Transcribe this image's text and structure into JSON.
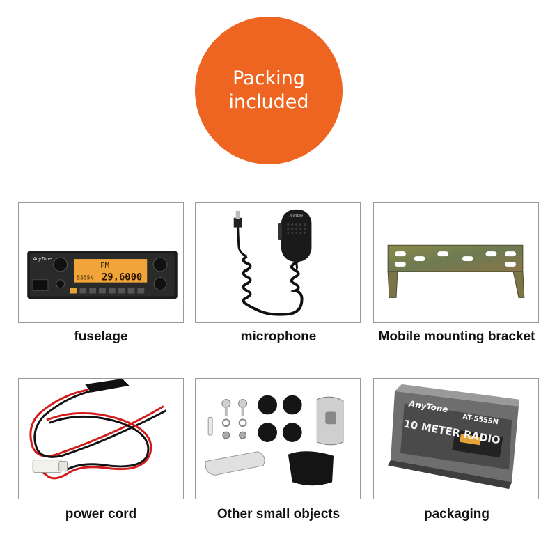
{
  "badge": {
    "line1": "Packing",
    "line2": "included",
    "color": "#ee6421"
  },
  "items": [
    {
      "label": "fuselage",
      "icon": "radio-transceiver-image"
    },
    {
      "label": "microphone",
      "icon": "handheld-microphone-image"
    },
    {
      "label": "Mobile mounting bracket",
      "icon": "mounting-bracket-image"
    },
    {
      "label": "power cord",
      "icon": "power-cord-image"
    },
    {
      "label": "Other small objects",
      "icon": "small-hardware-image"
    },
    {
      "label": "packaging",
      "icon": "retail-box-image"
    }
  ],
  "radio": {
    "brand": "AnyTone",
    "display_mode": "FM",
    "display_freq": "29.6000",
    "display_small": "5555N"
  },
  "box": {
    "brand": "AnyTone",
    "model": "AT-5555N",
    "product_line": "10 METER RADIO"
  }
}
